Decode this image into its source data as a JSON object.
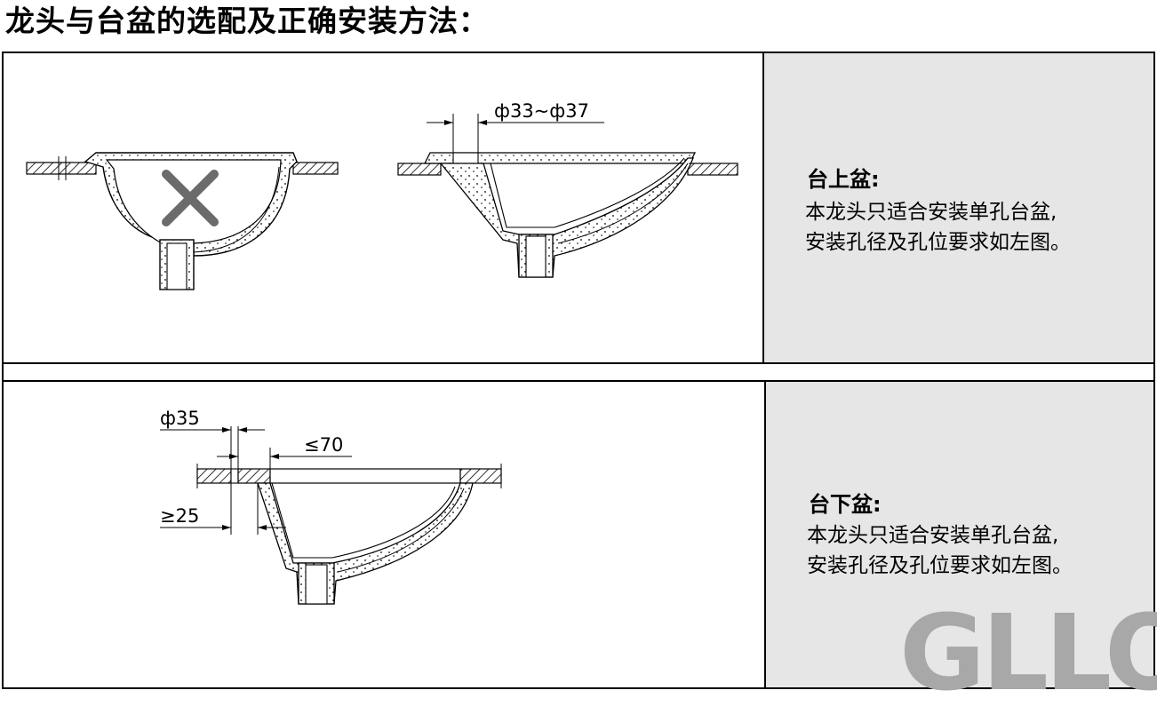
{
  "title": "龙头与台盆的选配及正确安装方法：",
  "top_panel": {
    "heading": "台上盆:",
    "lines": [
      "本龙头只适合安装单孔台盆,",
      "安装孔径及孔位要求如左图。"
    ],
    "dimension_label": "ф33~ф37"
  },
  "bottom_panel": {
    "heading": "台下盆:",
    "lines": [
      "本龙头只适合安装单孔台盆,",
      "安装孔径及孔位要求如左图。"
    ],
    "dim_hole": "ф35",
    "dim_max": "≤70",
    "dim_min": "≥25"
  },
  "logo": "GLLO",
  "colors": {
    "info_bg": "#e6e6e6",
    "cross": "#6b6b6b",
    "logo": "#a8a8a8"
  },
  "icons": [
    "cross-mark-icon"
  ]
}
